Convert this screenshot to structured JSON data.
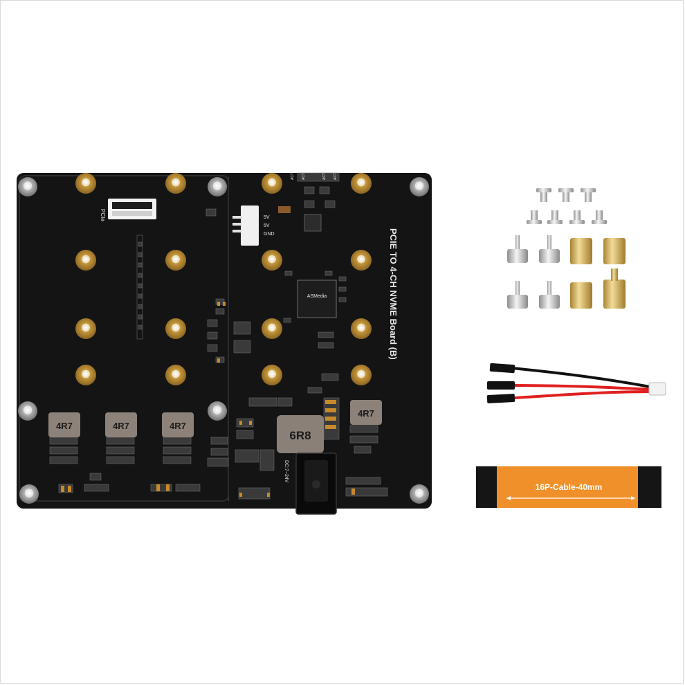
{
  "board": {
    "title": "PCIE TO 4-CH NVME Board (B)",
    "pcie_label": "PCIe",
    "power_pins": [
      "5V",
      "5V",
      "GND"
    ],
    "dc_label": "DC:7~24V",
    "ic_label": "ASMedia",
    "act_labels": [
      "ACT1",
      "ACT2",
      "ACT3",
      "ACT4"
    ],
    "small_inductor_label": "4R7",
    "big_inductor_label": "6R8"
  },
  "cable": {
    "label": "16P-Cable-40mm"
  },
  "colors": {
    "pcb": "#141414",
    "gold": "#c9a14a",
    "cable_orange": "#f0902a",
    "brass": "#d8b765",
    "silver": "#c9c9c9",
    "wire_red": "#e02020",
    "wire_black": "#111111"
  }
}
